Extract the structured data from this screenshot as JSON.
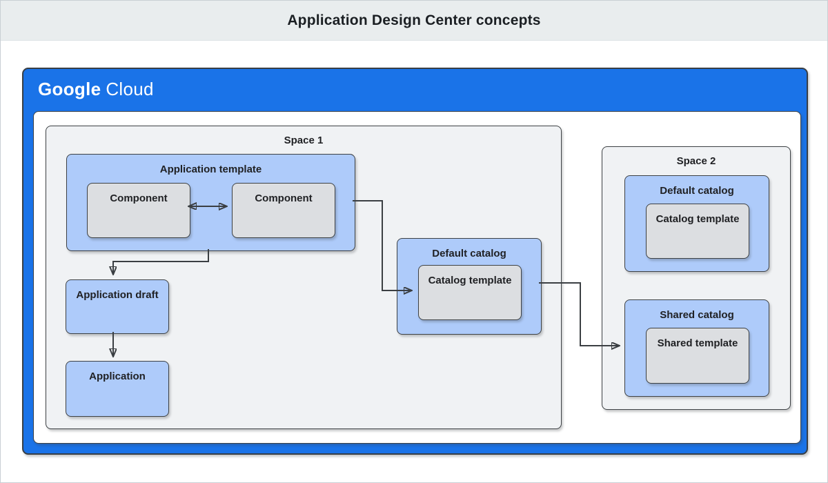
{
  "title": "Application Design Center concepts",
  "logo": {
    "brand": "Google",
    "product": "Cloud"
  },
  "colors": {
    "brand_blue": "#1a73e8",
    "node_blue": "#aecbfa",
    "node_gray": "#dcdee1",
    "space_gray": "#f0f2f4",
    "title_band": "#e9edee",
    "border_dark": "#3c4043",
    "arrow": "#3a3e42",
    "text": "#202124"
  },
  "space1": {
    "label": "Space 1",
    "application_template": {
      "label": "Application template",
      "components": [
        "Component",
        "Component"
      ]
    },
    "application_draft": {
      "label": "Application draft"
    },
    "application": {
      "label": "Application"
    },
    "default_catalog": {
      "label": "Default catalog",
      "catalog_template": {
        "label": "Catalog template"
      }
    }
  },
  "space2": {
    "label": "Space 2",
    "default_catalog": {
      "label": "Default catalog",
      "catalog_template": {
        "label": "Catalog template"
      }
    },
    "shared_catalog": {
      "label": "Shared catalog",
      "shared_template": {
        "label": "Shared template"
      }
    }
  }
}
